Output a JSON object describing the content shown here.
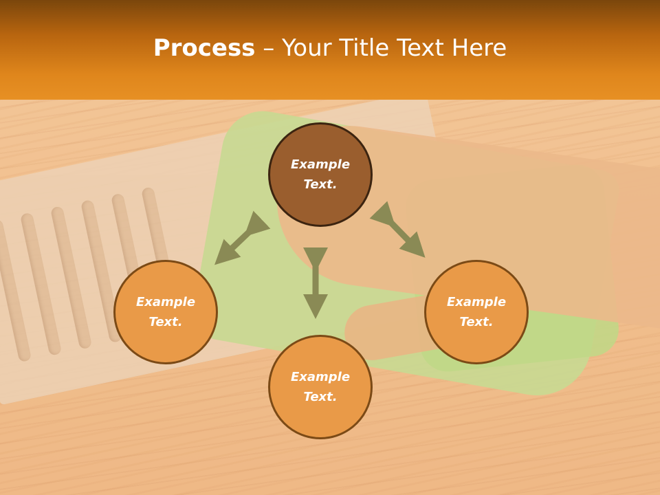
{
  "title": {
    "bold": "Process",
    "rest": " – Your Title Text Here"
  },
  "nodes": {
    "top": {
      "line1": "Example",
      "line2": "Text."
    },
    "left": {
      "line1": "Example",
      "line2": "Text."
    },
    "right": {
      "line1": "Example",
      "line2": "Text."
    },
    "bottom": {
      "line1": "Example",
      "line2": "Text."
    }
  },
  "colors": {
    "header_dark": "#7a460c",
    "header_light": "#e79024",
    "node_top_fill": "#9a5e2e",
    "node_fill": "#e99a48",
    "node_border": "#7b4a16",
    "arrow": "#8a8a55"
  }
}
